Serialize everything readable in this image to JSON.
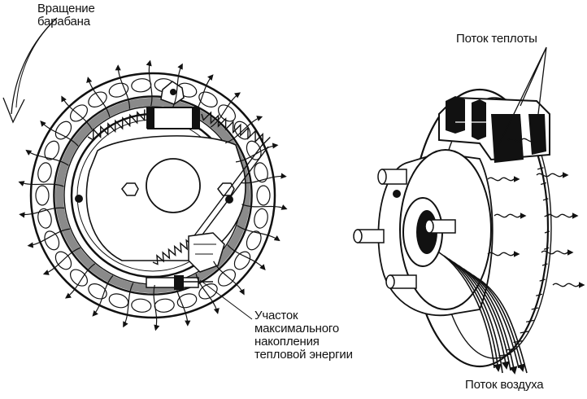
{
  "labels": {
    "drum_rotation": [
      "Вращение",
      "барабана"
    ],
    "heat_flow": "Поток теплоты",
    "max_heat_zone": [
      "Участок",
      "максимального",
      "накопления",
      "тепловой энергии"
    ],
    "air_flow": "Поток воздуха"
  },
  "colors": {
    "ink": "#111111",
    "background": "#ffffff",
    "lining_gray": "#8a8a8a"
  }
}
